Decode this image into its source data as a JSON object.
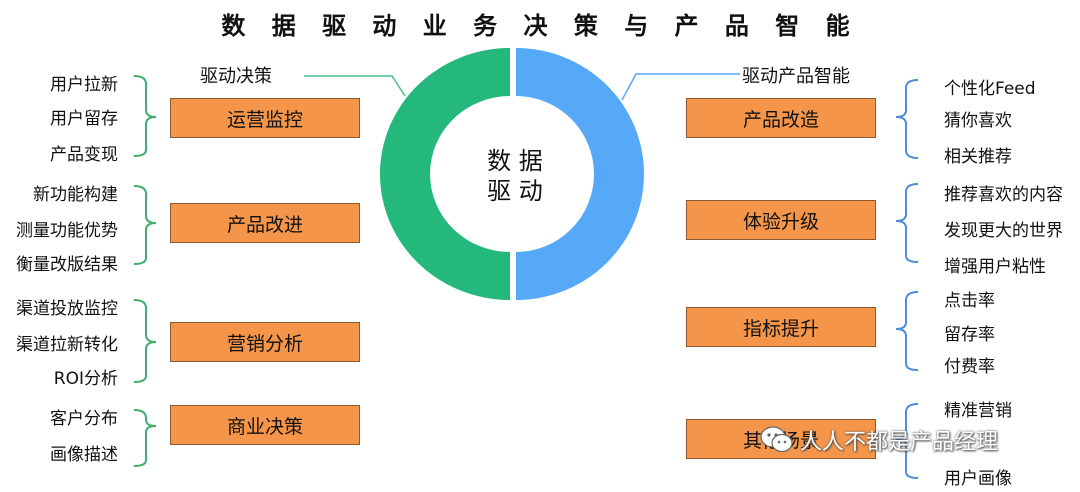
{
  "title": "数 据 驱 动 业 务 决 策 与 产 品 智 能",
  "center": {
    "line1": "数 据",
    "line2": "驱 动"
  },
  "left_label": "驱动决策",
  "right_label": "驱动产品智能",
  "left_groups": [
    {
      "box": "运营监控",
      "items": [
        "用户拉新",
        "用户留存",
        "产品变现"
      ]
    },
    {
      "box": "产品改进",
      "items": [
        "新功能构建",
        "测量功能优势",
        "衡量改版结果"
      ]
    },
    {
      "box": "营销分析",
      "items": [
        "渠道投放监控",
        "渠道拉新转化",
        "ROI分析"
      ]
    },
    {
      "box": "商业决策",
      "items": [
        "客户分布",
        "画像描述"
      ]
    }
  ],
  "right_groups": [
    {
      "box": "产品改造",
      "items": [
        "个性化Feed",
        "猜你喜欢",
        "相关推荐"
      ]
    },
    {
      "box": "体验升级",
      "items": [
        "推荐喜欢的内容",
        "发现更大的世界",
        "增强用户粘性"
      ]
    },
    {
      "box": "指标提升",
      "items": [
        "点击率",
        "留存率",
        "付费率"
      ]
    },
    {
      "box": "其他场景",
      "items": [
        "精准营销",
        "用户画像"
      ]
    }
  ],
  "watermark": "人人不都是产品经理",
  "colors": {
    "green": "#25b87c",
    "blue": "#55a9f6",
    "orange": "#f5954a",
    "bracket_left": "#3fae6f",
    "bracket_right": "#4f8fd6"
  }
}
